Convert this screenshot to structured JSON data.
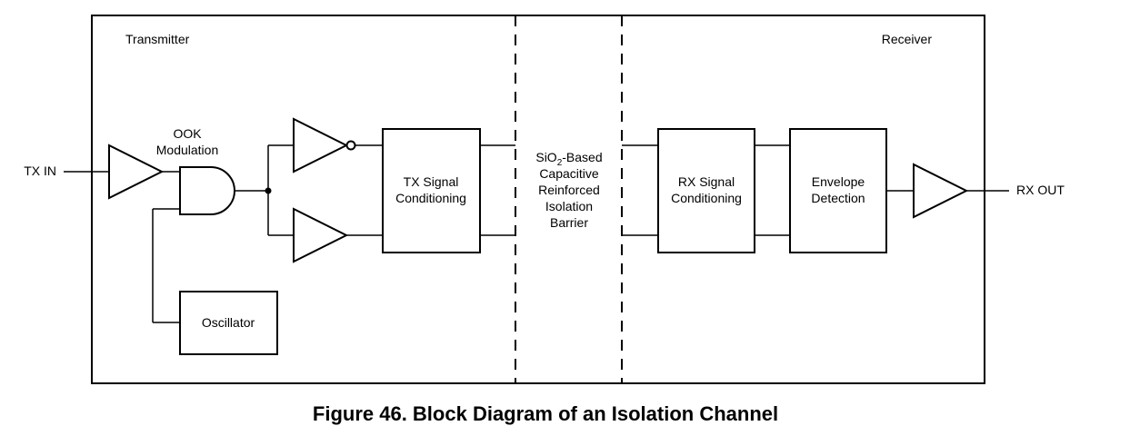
{
  "diagram": {
    "sections": {
      "transmitter": "Transmitter",
      "receiver": "Receiver"
    },
    "io": {
      "input": "TX IN",
      "output": "RX OUT"
    },
    "modulation_label": [
      "OOK",
      "Modulation"
    ],
    "blocks": {
      "tx_signal_conditioning": [
        "TX Signal",
        "Conditioning"
      ],
      "oscillator": "Oscillator",
      "rx_signal_conditioning": [
        "RX Signal",
        "Conditioning"
      ],
      "envelope_detection": [
        "Envelope",
        "Detection"
      ]
    },
    "barrier": {
      "line1_main": "SiO",
      "line1_sub": "2",
      "line1_rest": "-Based",
      "lines": [
        "Capacitive",
        "Reinforced",
        "Isolation",
        "Barrier"
      ]
    }
  },
  "caption": "Figure 46.  Block Diagram of an Isolation Channel"
}
